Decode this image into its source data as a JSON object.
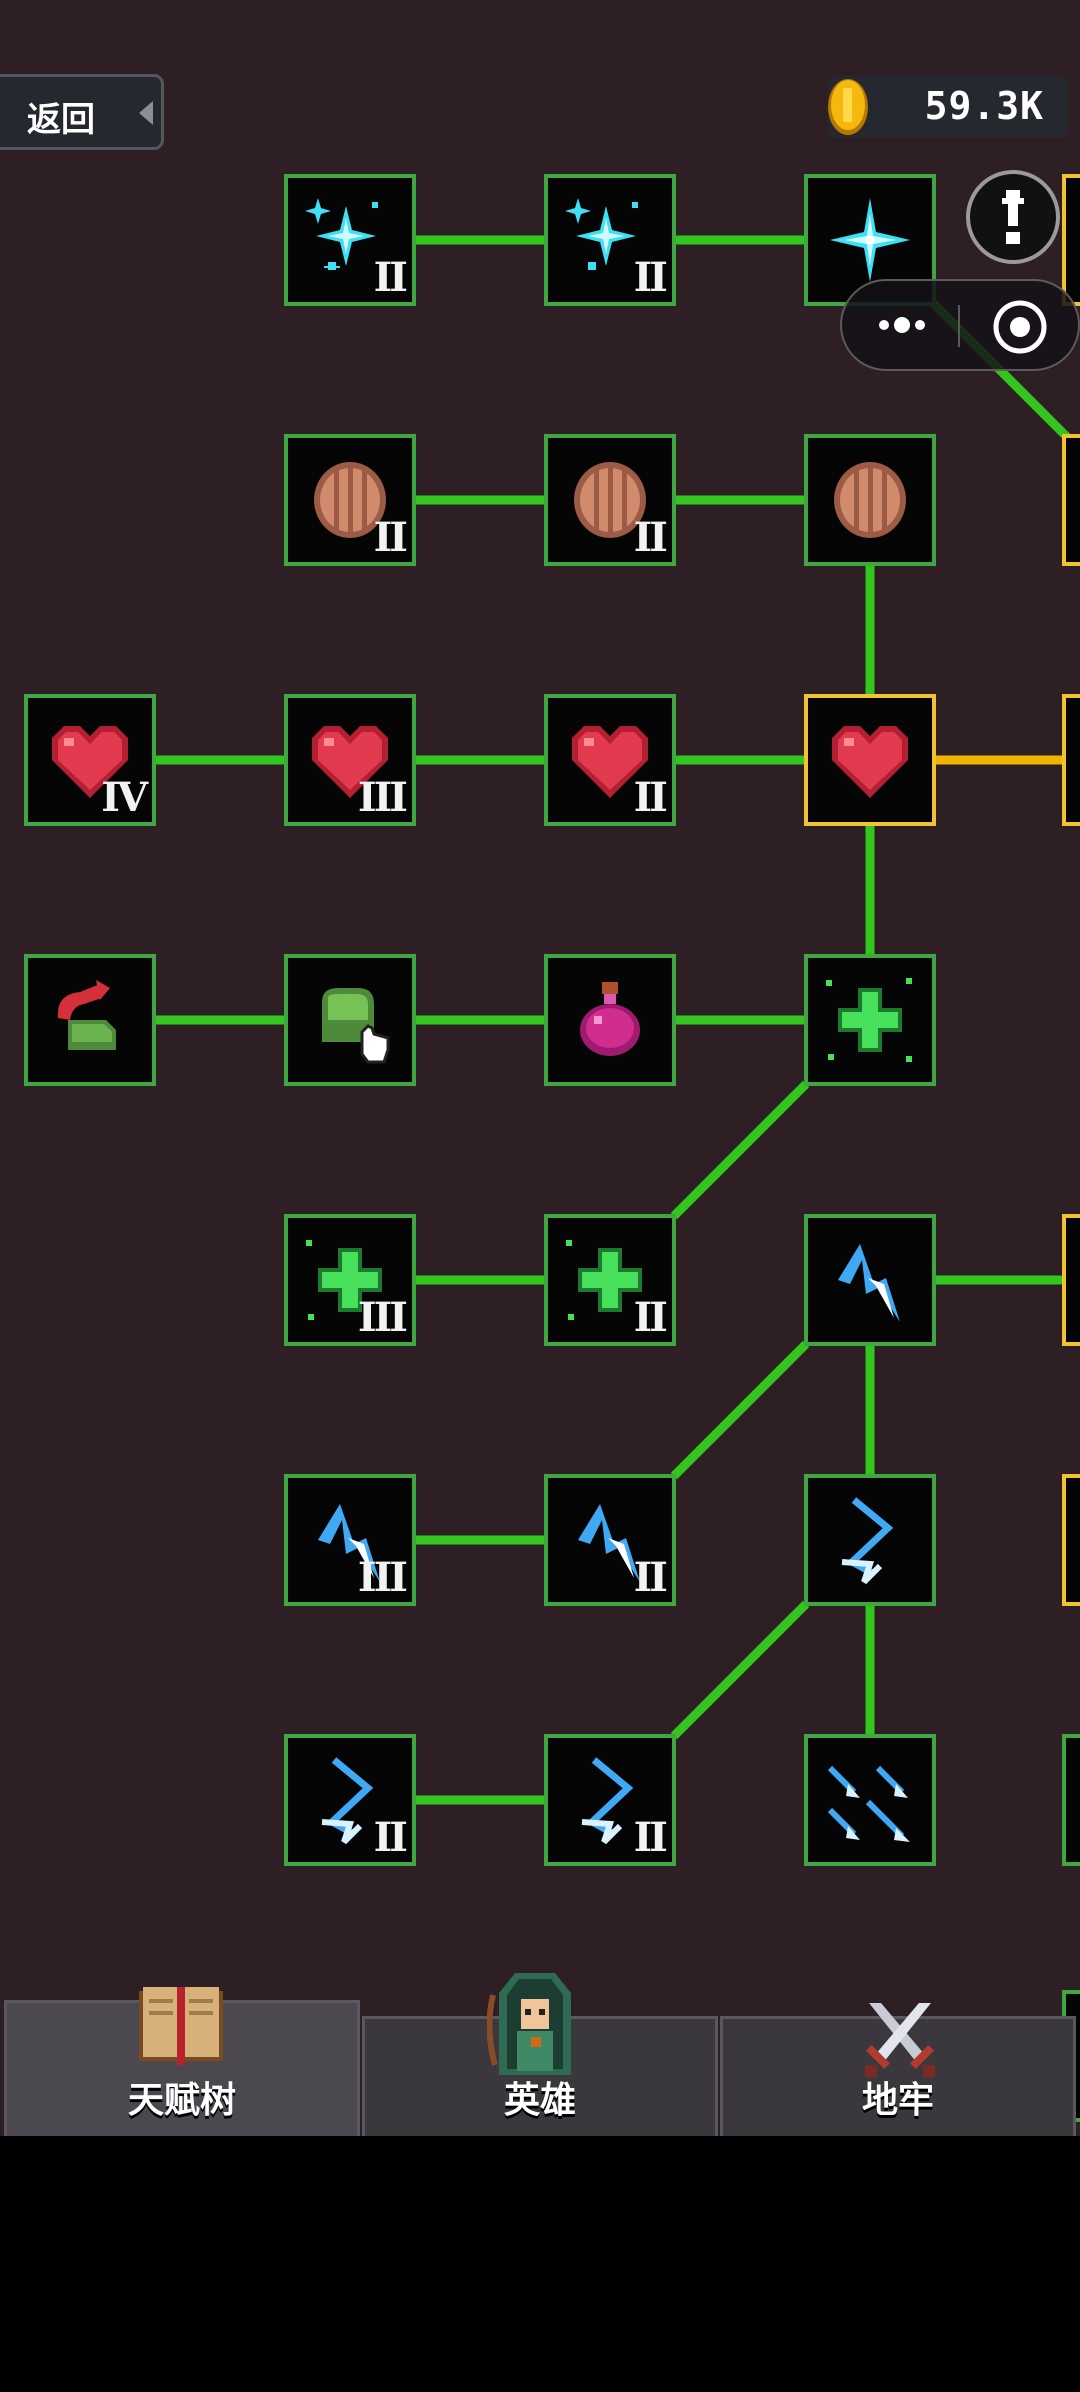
{
  "header": {
    "back_label": "返回",
    "coin_value": "59.3K"
  },
  "tabs": [
    {
      "label": "天赋树",
      "icon": "book-icon",
      "active": true
    },
    {
      "label": "英雄",
      "icon": "hero-icon",
      "active": false
    },
    {
      "label": "地牢",
      "icon": "crossed-swords-icon",
      "active": false
    }
  ],
  "talent_nodes": [
    {
      "id": "sparkle-3",
      "icon": "sparkle-icon",
      "level": "II"
    },
    {
      "id": "sparkle-2",
      "icon": "sparkle-icon",
      "level": "II"
    },
    {
      "id": "sparkle-1",
      "icon": "sparkle-icon",
      "level": ""
    },
    {
      "id": "barrel-3",
      "icon": "barrel-icon",
      "level": "II"
    },
    {
      "id": "barrel-2",
      "icon": "barrel-icon",
      "level": "II"
    },
    {
      "id": "barrel-1",
      "icon": "barrel-icon",
      "level": ""
    },
    {
      "id": "heart-4",
      "icon": "heart-icon",
      "level": "IV"
    },
    {
      "id": "heart-3",
      "icon": "heart-icon",
      "level": "III"
    },
    {
      "id": "heart-2",
      "icon": "heart-icon",
      "level": "II"
    },
    {
      "id": "heart-1",
      "icon": "heart-icon",
      "level": ""
    },
    {
      "id": "boot-attack",
      "icon": "boot-attack-icon",
      "level": ""
    },
    {
      "id": "boot-touch",
      "icon": "boot-touch-icon",
      "level": ""
    },
    {
      "id": "potion",
      "icon": "potion-icon",
      "level": ""
    },
    {
      "id": "heal-1",
      "icon": "heal-cross-icon",
      "level": ""
    },
    {
      "id": "heal-3",
      "icon": "heal-cross-icon",
      "level": "III"
    },
    {
      "id": "heal-2",
      "icon": "heal-cross-icon",
      "level": "II"
    },
    {
      "id": "bolt-1",
      "icon": "lightning-icon",
      "level": ""
    },
    {
      "id": "bolt-3",
      "icon": "lightning-icon",
      "level": "III"
    },
    {
      "id": "bolt-2",
      "icon": "lightning-icon",
      "level": "II"
    },
    {
      "id": "hook-1",
      "icon": "hook-arrow-icon",
      "level": ""
    },
    {
      "id": "hook-3",
      "icon": "hook-arrow-icon",
      "level": "II"
    },
    {
      "id": "hook-2",
      "icon": "hook-arrow-icon",
      "level": "II"
    },
    {
      "id": "arrows",
      "icon": "scatter-arrows-icon",
      "level": ""
    }
  ],
  "colors": {
    "background": "#2d1f24",
    "unlocked_border": "#3fa73f",
    "selected_border": "#f1c232",
    "link_active": "#33c61e",
    "link_available": "#f1b400"
  }
}
